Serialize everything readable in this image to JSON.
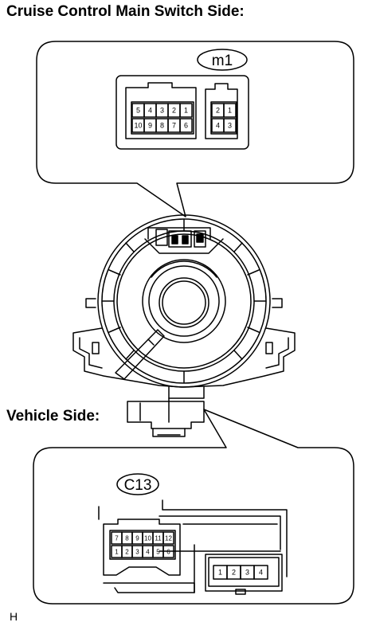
{
  "headings": {
    "top": "Cruise Control Main Switch Side:",
    "vehicle": "Vehicle Side:"
  },
  "connectors": {
    "m1": {
      "label": "m1",
      "large_top": [
        "5",
        "4",
        "3",
        "2",
        "1"
      ],
      "large_bottom": [
        "10",
        "9",
        "8",
        "7",
        "6"
      ],
      "small_top": [
        "2",
        "1"
      ],
      "small_bottom": [
        "4",
        "3"
      ]
    },
    "c13": {
      "label": "C13",
      "top": [
        "7",
        "8",
        "9",
        "10",
        "11",
        "12"
      ],
      "bottom": [
        "1",
        "2",
        "3",
        "4",
        "5",
        "6"
      ],
      "side": [
        "1",
        "2",
        "3",
        "4"
      ]
    }
  },
  "footer": {
    "code": "H"
  }
}
